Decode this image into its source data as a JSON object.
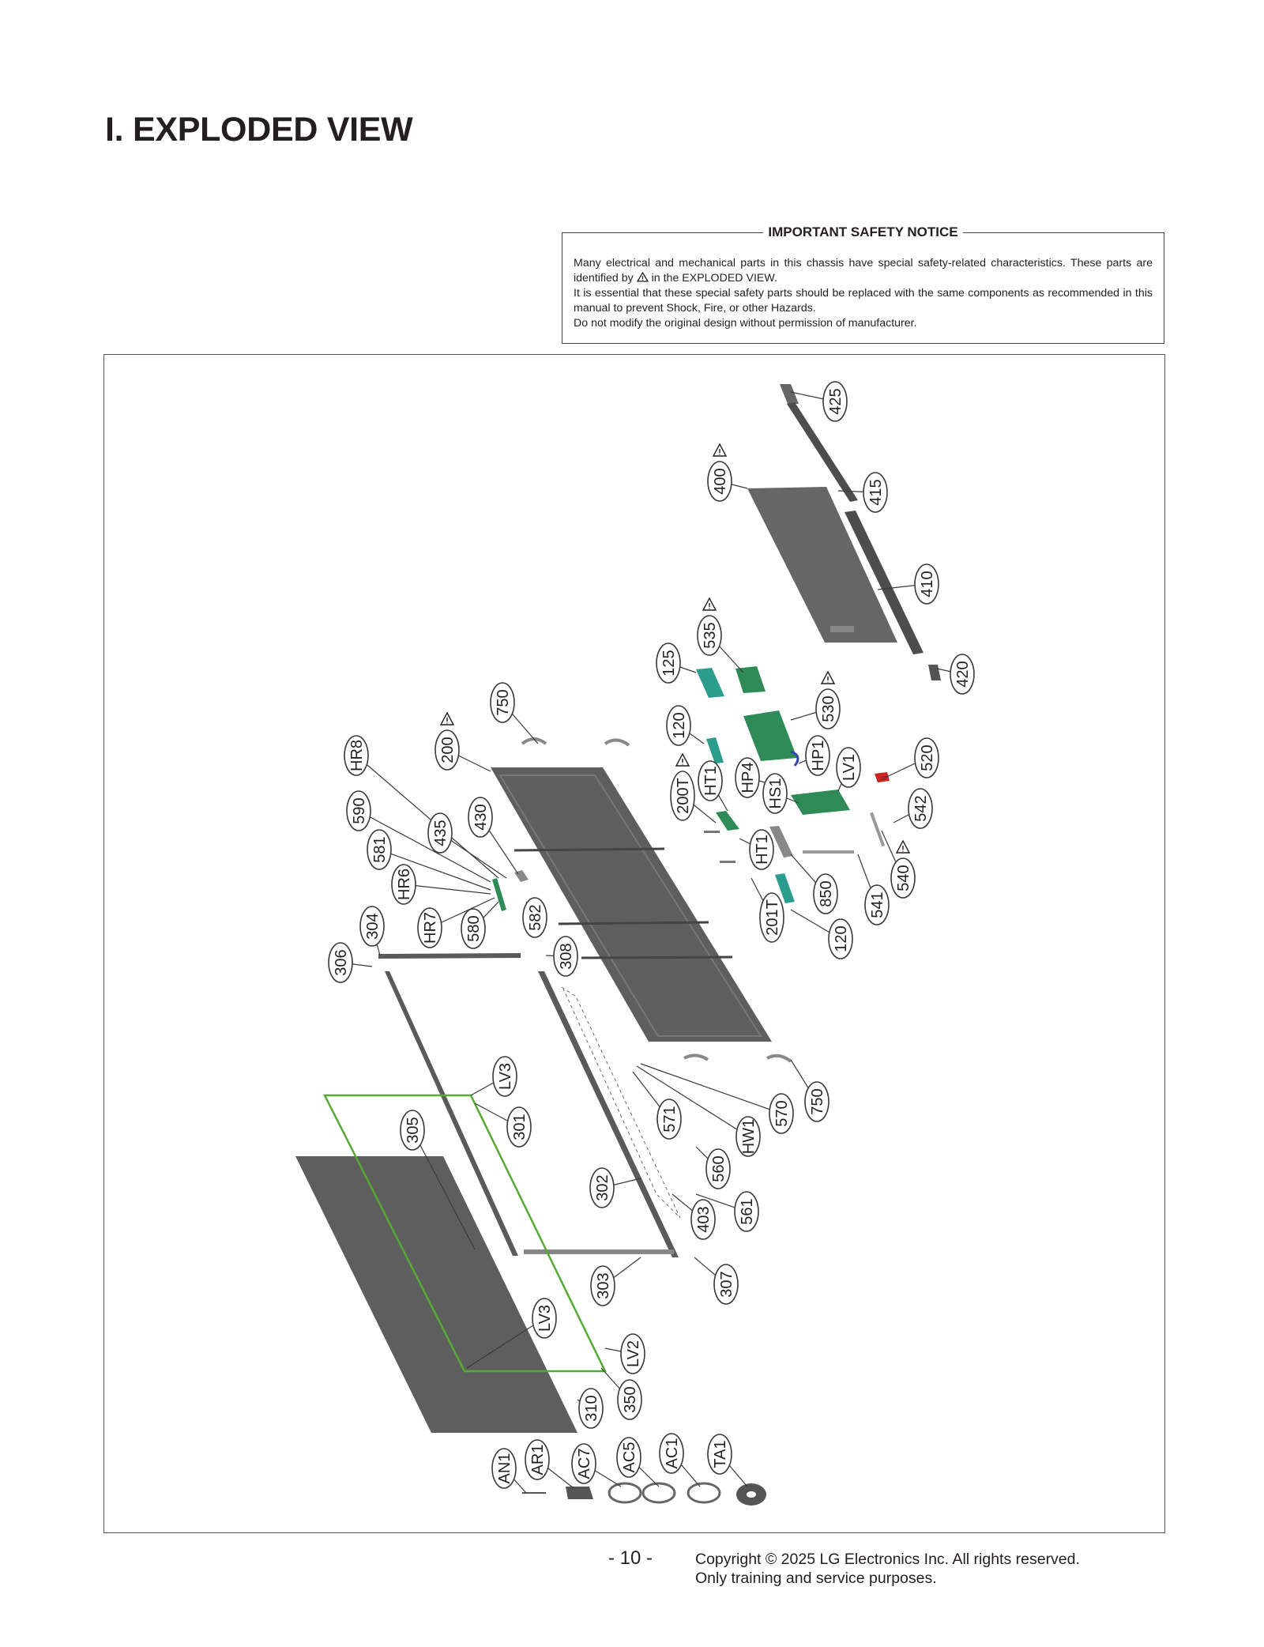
{
  "title": "I. EXPLODED VIEW",
  "notice": {
    "heading": "IMPORTANT SAFETY NOTICE",
    "line1_before": "Many electrical and mechanical parts in this chassis have special safety-related characteristics. These parts are identified by",
    "line1_after": "in the EXPLODED VIEW.",
    "line2": "It is essential that these special safety parts should be replaced with the same components as recommended in this manual to prevent Shock, Fire, or other Hazards.",
    "line3": "Do not modify the original design without permission of manufacturer."
  },
  "callouts": [
    {
      "label": "425",
      "warning": false
    },
    {
      "label": "415",
      "warning": false
    },
    {
      "label": "400",
      "warning": true
    },
    {
      "label": "410",
      "warning": false
    },
    {
      "label": "420",
      "warning": false
    },
    {
      "label": "535",
      "warning": true
    },
    {
      "label": "125",
      "warning": false
    },
    {
      "label": "530",
      "warning": true
    },
    {
      "label": "120",
      "warning": false
    },
    {
      "label": "520",
      "warning": false
    },
    {
      "label": "HP1",
      "warning": false
    },
    {
      "label": "LV1",
      "warning": false
    },
    {
      "label": "HP4",
      "warning": false
    },
    {
      "label": "HS1",
      "warning": false
    },
    {
      "label": "HT1",
      "warning": false
    },
    {
      "label": "200T",
      "warning": true
    },
    {
      "label": "542",
      "warning": false
    },
    {
      "label": "750",
      "warning": false
    },
    {
      "label": "200",
      "warning": true
    },
    {
      "label": "HR8",
      "warning": false
    },
    {
      "label": "590",
      "warning": false
    },
    {
      "label": "435",
      "warning": false
    },
    {
      "label": "430",
      "warning": false
    },
    {
      "label": "581",
      "warning": false
    },
    {
      "label": "HR6",
      "warning": false
    },
    {
      "label": "HR7",
      "warning": false
    },
    {
      "label": "580",
      "warning": false
    },
    {
      "label": "582",
      "warning": false
    },
    {
      "label": "304",
      "warning": false
    },
    {
      "label": "306",
      "warning": false
    },
    {
      "label": "308",
      "warning": false
    },
    {
      "label": "HT1",
      "warning": false
    },
    {
      "label": "850",
      "warning": false
    },
    {
      "label": "541",
      "warning": false
    },
    {
      "label": "540",
      "warning": true
    },
    {
      "label": "201T",
      "warning": false
    },
    {
      "label": "120",
      "warning": false
    },
    {
      "label": "LV3",
      "warning": false
    },
    {
      "label": "301",
      "warning": false
    },
    {
      "label": "305",
      "warning": false
    },
    {
      "label": "571",
      "warning": false
    },
    {
      "label": "HW1",
      "warning": false
    },
    {
      "label": "570",
      "warning": false
    },
    {
      "label": "750",
      "warning": false
    },
    {
      "label": "560",
      "warning": false
    },
    {
      "label": "302",
      "warning": false
    },
    {
      "label": "403",
      "warning": false
    },
    {
      "label": "561",
      "warning": false
    },
    {
      "label": "303",
      "warning": false
    },
    {
      "label": "307",
      "warning": false
    },
    {
      "label": "LV3",
      "warning": false
    },
    {
      "label": "LV2",
      "warning": false
    },
    {
      "label": "310",
      "warning": false
    },
    {
      "label": "350",
      "warning": false
    },
    {
      "label": "AN1",
      "warning": false
    },
    {
      "label": "AR1",
      "warning": false
    },
    {
      "label": "AC7",
      "warning": false
    },
    {
      "label": "AC5",
      "warning": false
    },
    {
      "label": "AC1",
      "warning": false
    },
    {
      "label": "TA1",
      "warning": false
    }
  ],
  "page_number": "- 10 -",
  "copyright_line1": "Copyright © 2025 LG Electronics Inc. All rights reserved.",
  "copyright_line2": "Only training and service purposes."
}
